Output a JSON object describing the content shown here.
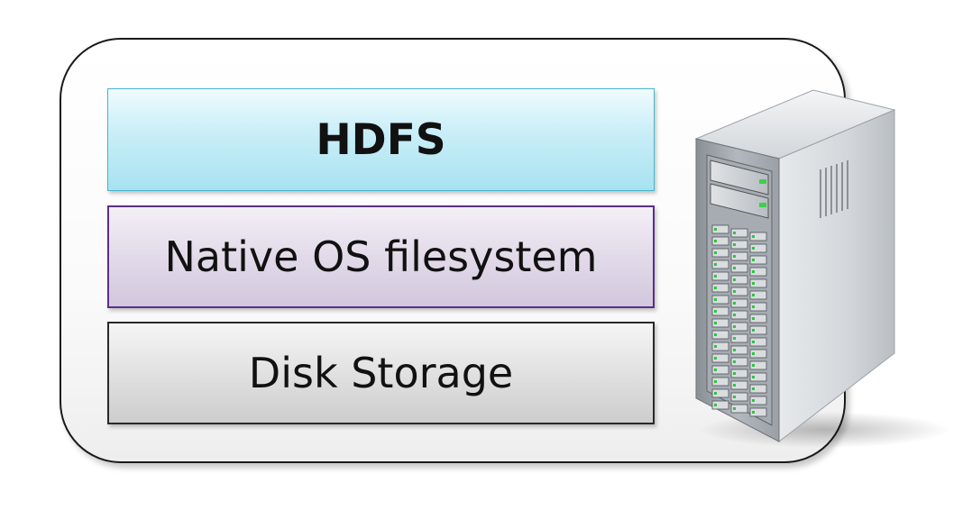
{
  "diagram": {
    "layers": [
      {
        "id": "hdfs",
        "label": "HDFS"
      },
      {
        "id": "native",
        "label": "Native OS filesystem"
      },
      {
        "id": "disk",
        "label": "Disk Storage"
      }
    ],
    "icon": "server-tower-icon"
  }
}
